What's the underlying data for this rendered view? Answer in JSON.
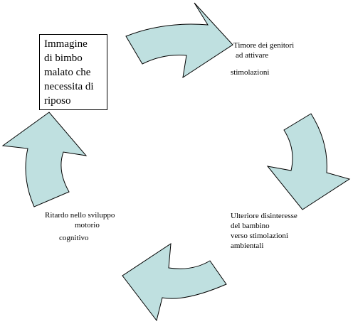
{
  "box": {
    "lines": [
      "Immagine",
      "di bimbo",
      "malato che",
      "necessita di",
      "riposo"
    ]
  },
  "label_top": {
    "lines": [
      "Timore dei genitori",
      "ad attivare",
      "stimolazioni"
    ]
  },
  "label_right": {
    "lines": [
      "Ulteriore disinteresse",
      "del bambino",
      "verso stimolazioni",
      "ambientali"
    ]
  },
  "label_left": {
    "lines": [
      "Ritardo nello sviluppo",
      "motorio",
      "cognitivo"
    ]
  },
  "colors": {
    "arrow_fill": "#bfe0e0",
    "arrow_stroke": "#000000"
  },
  "icons": [
    "curved-arrow-top",
    "curved-arrow-right",
    "curved-arrow-bottom",
    "curved-arrow-left"
  ]
}
